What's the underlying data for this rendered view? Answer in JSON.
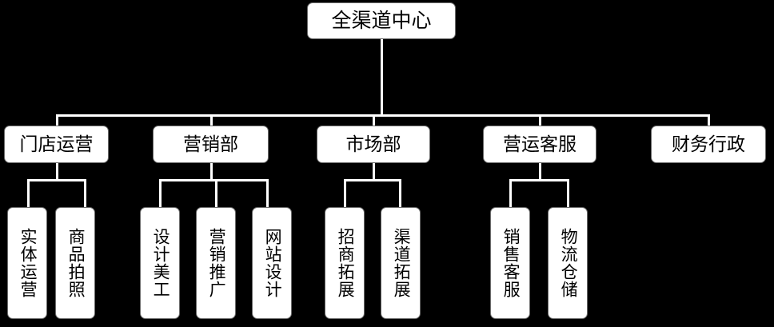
{
  "diagram": {
    "type": "org-chart",
    "background_color": "#000000",
    "node_fill": "#ffffff",
    "node_text_color": "#000000",
    "root": {
      "label": "全渠道中心"
    },
    "departments": [
      {
        "label": "门店运营",
        "children": [
          {
            "label": "实体运营"
          },
          {
            "label": "商品拍照"
          }
        ]
      },
      {
        "label": "营销部",
        "children": [
          {
            "label": "设计美工"
          },
          {
            "label": "营销推广"
          },
          {
            "label": "网站设计"
          }
        ]
      },
      {
        "label": "市场部",
        "children": [
          {
            "label": "招商拓展"
          },
          {
            "label": "渠道拓展"
          }
        ]
      },
      {
        "label": "营运客服",
        "children": [
          {
            "label": "销售客服"
          },
          {
            "label": "物流仓储"
          }
        ]
      },
      {
        "label": "财务行政",
        "children": []
      }
    ]
  }
}
